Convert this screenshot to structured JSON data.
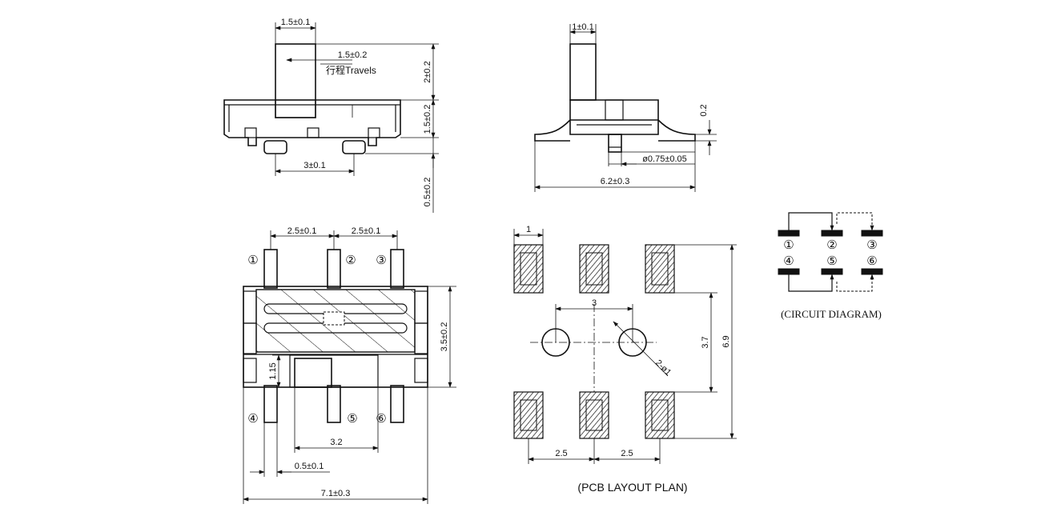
{
  "side_view": {
    "knob_width": "1.5±0.1",
    "travel_dim": "1.5±0.2",
    "travel_label": "行程Travels",
    "knob_height": "2±0.2",
    "body_height": "1.5±0.2",
    "lead_height": "0.5±0.2",
    "post_spacing": "3±0.1"
  },
  "end_view": {
    "knob_width": "1±0.1",
    "lead_offset": "0.2",
    "post_diameter": "ø0.75±0.05",
    "overall_width": "6.2±0.3"
  },
  "top_view": {
    "pitch_left": "2.5±0.1",
    "pitch_right": "2.5±0.1",
    "body_depth": "3.5±0.2",
    "slot_height": "1.15",
    "slot_width": "3.2",
    "lead_width": "0.5±0.1",
    "overall_length": "7.1±0.3",
    "pins": [
      "①",
      "②",
      "③",
      "④",
      "⑤",
      "⑥"
    ]
  },
  "pcb_layout": {
    "pad_width": "1",
    "hole_spacing": "3",
    "hole_spec": "2-ø1",
    "row_to_hole": "3.7",
    "row_spacing": "6.9",
    "pitch_left": "2.5",
    "pitch_right": "2.5",
    "title": "(PCB LAYOUT  PLAN)"
  },
  "circuit": {
    "title": "(CIRCUIT DIAGRAM)",
    "pins": [
      "①",
      "②",
      "③",
      "④",
      "⑤",
      "⑥"
    ]
  }
}
